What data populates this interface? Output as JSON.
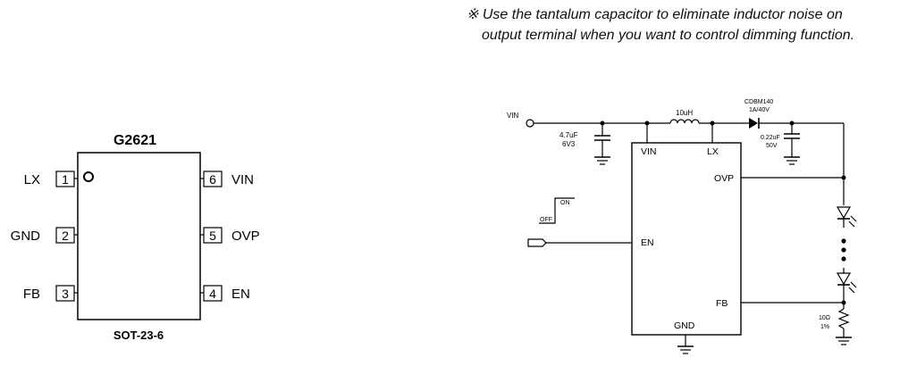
{
  "note": {
    "line1": "※ Use the tantalum capacitor to eliminate inductor noise on",
    "line2": "output terminal when you want to control dimming function."
  },
  "pinout": {
    "chip_name": "G2621",
    "package": "SOT-23-6",
    "left_pins": [
      {
        "num": "1",
        "label": "LX"
      },
      {
        "num": "2",
        "label": "GND"
      },
      {
        "num": "3",
        "label": "FB"
      }
    ],
    "right_pins": [
      {
        "num": "6",
        "label": "VIN"
      },
      {
        "num": "5",
        "label": "OVP"
      },
      {
        "num": "4",
        "label": "EN"
      }
    ]
  },
  "schematic": {
    "input_label": "VIN",
    "cin_value": "4.7uF",
    "cin_rating": "6V3",
    "inductor": "10uH",
    "diode_part": "CDBM140",
    "diode_rating": "1A/40V",
    "cout_value": "0.22uF",
    "cout_rating": "50V",
    "ic_pins": {
      "vin": "VIN",
      "lx": "LX",
      "ovp": "OVP",
      "en": "EN",
      "fb": "FB",
      "gnd": "GND"
    },
    "en_signal": {
      "on": "ON",
      "off": "OFF"
    },
    "resistor_value": "10Ω",
    "resistor_tol": "1%"
  }
}
